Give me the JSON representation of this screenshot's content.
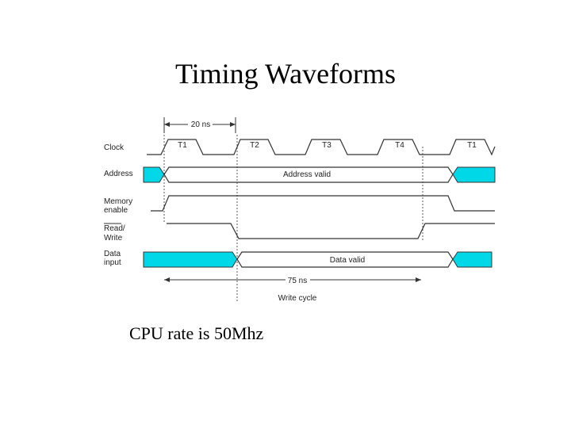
{
  "slide": {
    "title": "Timing Waveforms",
    "caption": "CPU rate is 50Mhz"
  },
  "diagram": {
    "signals": {
      "clock": "Clock",
      "address": "Address",
      "memory_enable_line1": "Memory",
      "memory_enable_line2": "enable",
      "read_write_line1": "Read/",
      "read_write_line2": "Write",
      "data_input_line1": "Data",
      "data_input_line2": "input"
    },
    "clock_cycles": [
      "T1",
      "T2",
      "T3",
      "T4",
      "T1"
    ],
    "period_label": "20 ns",
    "cycle_time_label": "75 ns",
    "cycle_name": "Write cycle",
    "address_bus_text": "Address valid",
    "data_bus_text": "Data valid",
    "colors": {
      "bus_fill": "#00d8e8",
      "stroke": "#333333"
    }
  }
}
